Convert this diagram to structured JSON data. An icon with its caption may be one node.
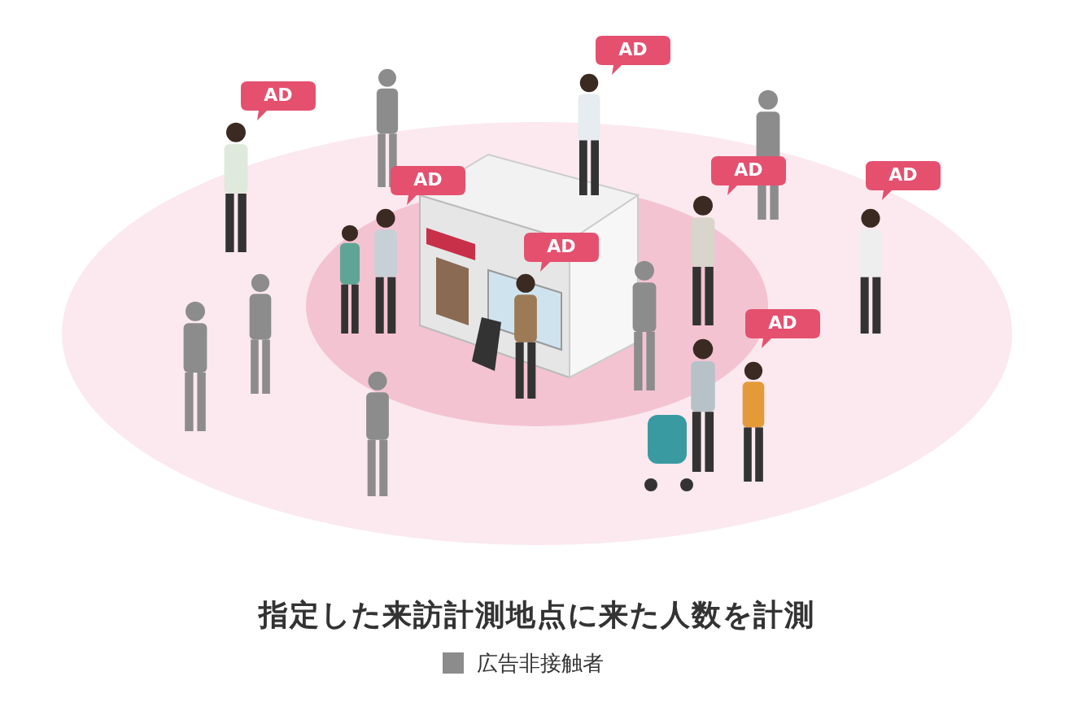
{
  "diagram": {
    "caption": "指定した来訪計測地点に来た人数を計測",
    "nodes": [
      {
        "text": [
          "AD"
        ]
      },
      {
        "text": [
          "AD"
        ]
      },
      {
        "text": [
          "AD"
        ]
      },
      {
        "text": [
          "AD"
        ]
      },
      {
        "text": [
          "AD"
        ]
      },
      {
        "text": [
          "AD"
        ]
      },
      {
        "text": [
          "AD"
        ]
      }
    ],
    "legend": [
      {
        "text": "広告非接触者",
        "color": "#8c8c8c"
      }
    ]
  }
}
